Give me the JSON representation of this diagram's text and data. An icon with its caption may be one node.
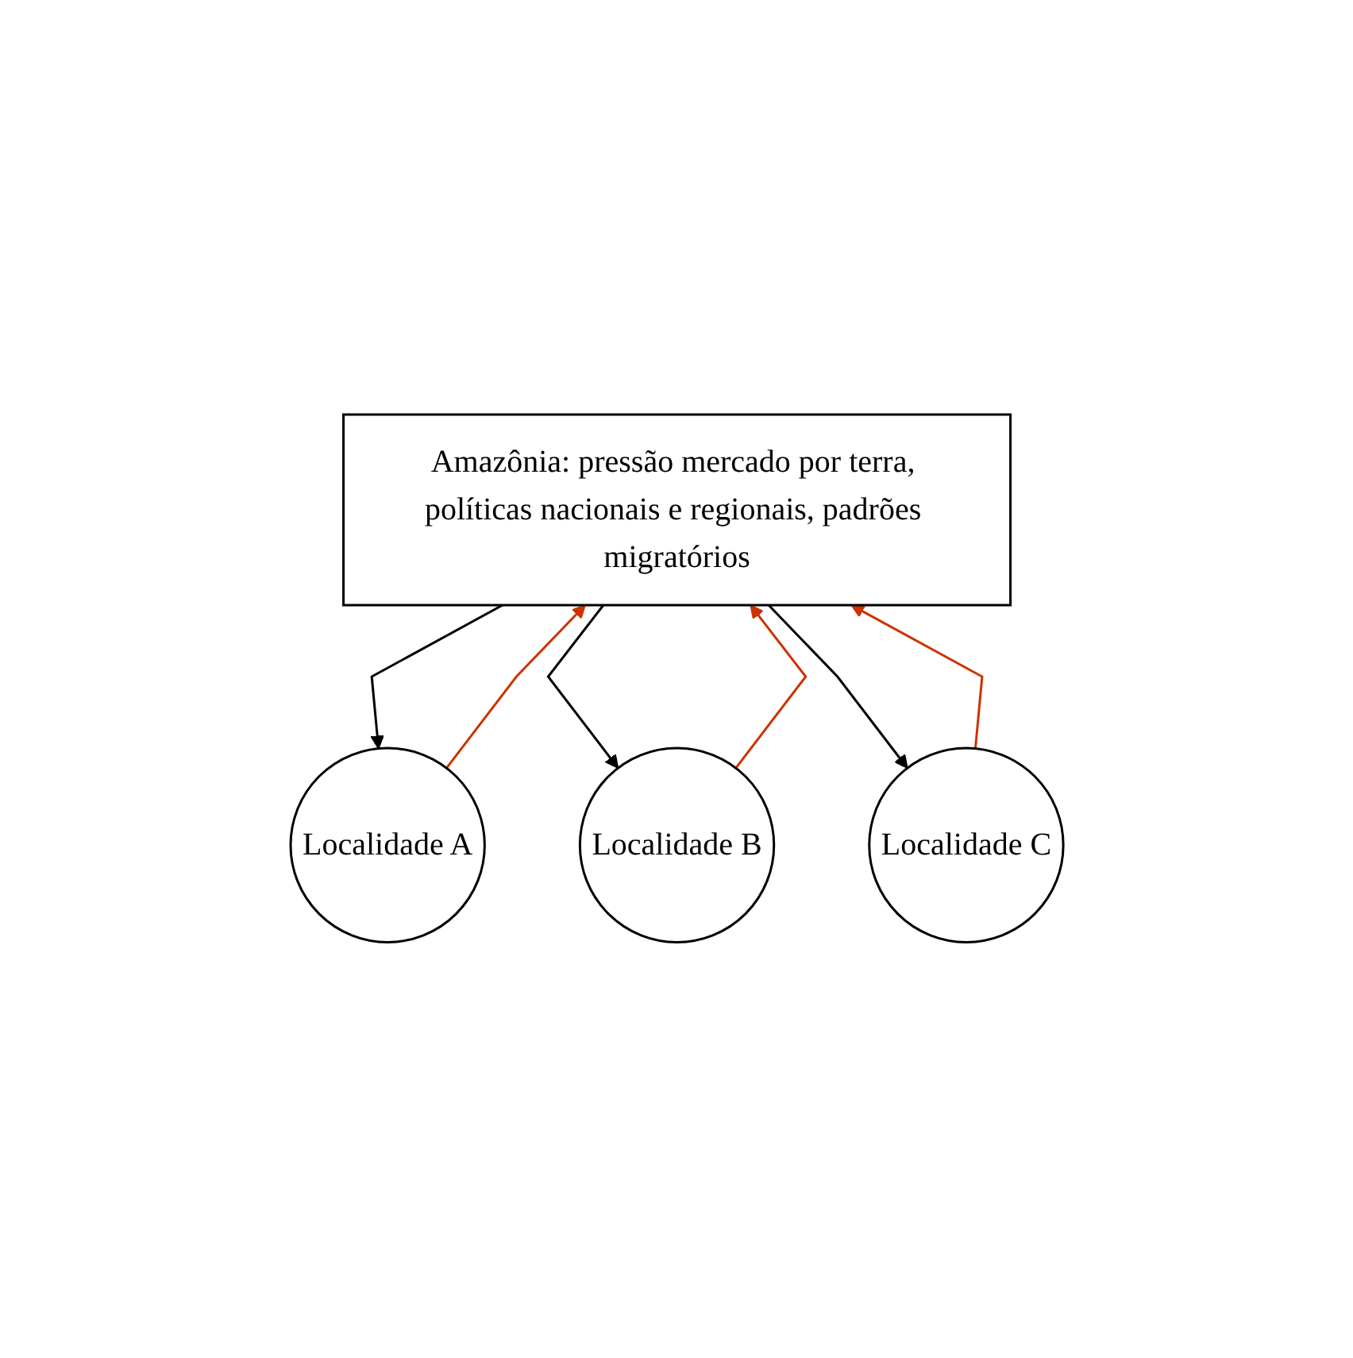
{
  "diagram": {
    "nodes": [
      {
        "text": [
          "Amazônia: pressão mercado por terra, políticas nacionais e regionais, padrões migratórios"
        ]
      },
      {
        "text": [
          "Localidade A"
        ]
      },
      {
        "text": [
          "Localidade B"
        ]
      },
      {
        "text": [
          "Localidade C"
        ]
      }
    ],
    "edges": [
      {
        "from": 0,
        "to": 1,
        "arrow": "to"
      },
      {
        "from": 0,
        "to": 2,
        "arrow": "to"
      },
      {
        "from": 0,
        "to": 3,
        "arrow": "to"
      },
      {
        "from": 1,
        "to": 0,
        "arrow": "to",
        "color": "#cc3300"
      },
      {
        "from": 2,
        "to": 0,
        "arrow": "to",
        "color": "#cc3300"
      },
      {
        "from": 3,
        "to": 0,
        "arrow": "to",
        "color": "#cc3300"
      }
    ]
  }
}
